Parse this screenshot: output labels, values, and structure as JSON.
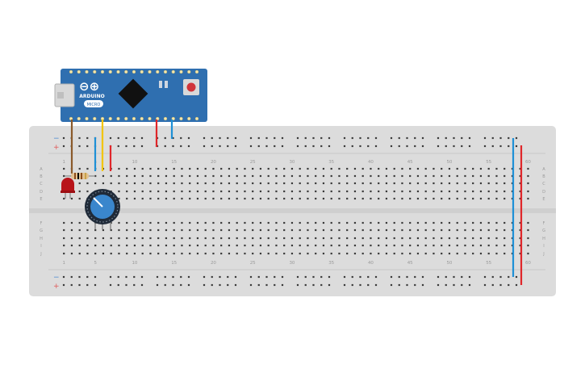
{
  "arduino": {
    "brand": "ARDUINO",
    "model": "MICRO",
    "board_color": "#2f6fb0",
    "logo_symbols": "⊖⊕"
  },
  "breadboard": {
    "top_numbers": [
      "1",
      "5",
      "10",
      "15",
      "20",
      "25",
      "30",
      "35",
      "40",
      "45",
      "50",
      "55",
      "60"
    ],
    "bottom_numbers": [
      "1",
      "5",
      "10",
      "15",
      "20",
      "25",
      "30",
      "35",
      "40",
      "45",
      "50",
      "55",
      "60"
    ],
    "row_letters_top": [
      "A",
      "B",
      "C",
      "D",
      "E"
    ],
    "row_letters_bottom": [
      "F",
      "G",
      "H",
      "I",
      "J"
    ],
    "rail_minus": "−",
    "rail_plus": "+",
    "body_color": "#dcdcdc"
  },
  "wires": {
    "brown": "#8a5a2b",
    "blue": "#1e90d6",
    "yellow": "#f2c400",
    "red": "#e0262a"
  },
  "components": {
    "led_color": "#b8141a",
    "potentiometer_color": "#3a86cc"
  }
}
